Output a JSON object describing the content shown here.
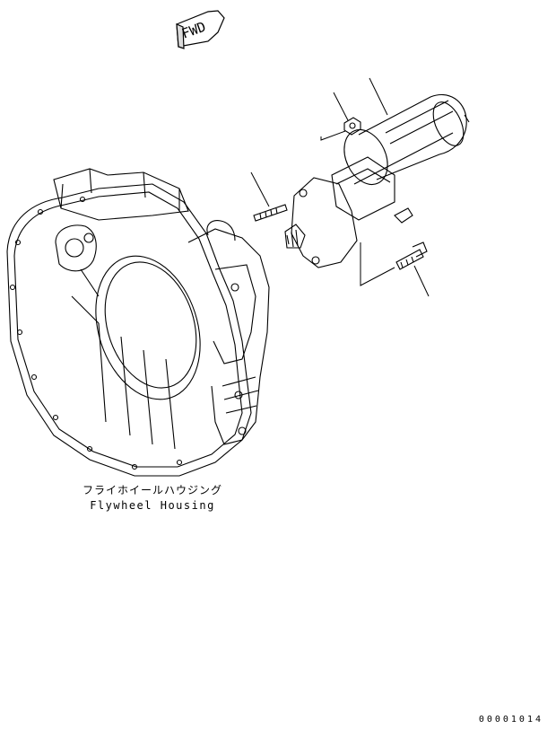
{
  "fwd_label": "FWD",
  "callout": {
    "japanese": "フライホイールハウジング",
    "english": "Flywheel Housing"
  },
  "drawing_code": "00001014"
}
